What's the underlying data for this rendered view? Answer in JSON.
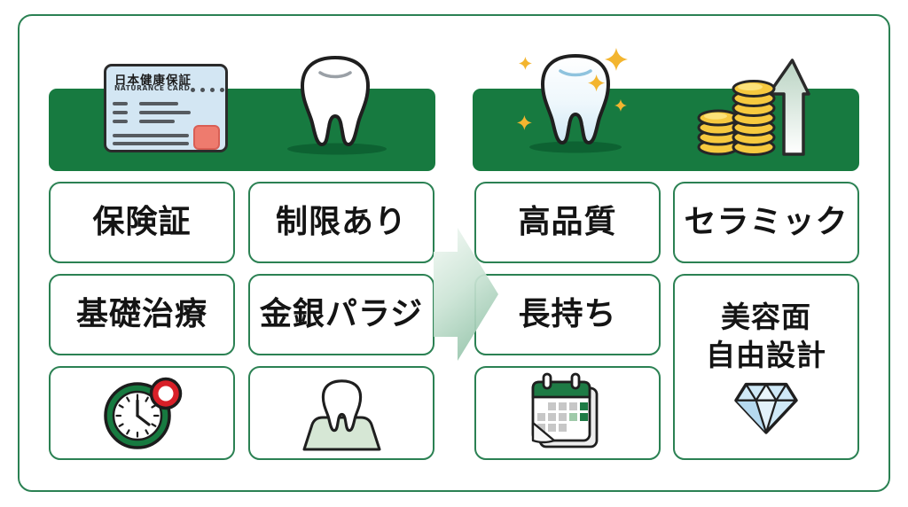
{
  "insurance_card": {
    "title": "日本健康保証",
    "subtitle": "NATURANCE CARD"
  },
  "left_group": {
    "labels": [
      {
        "text": "保険証"
      },
      {
        "text": "制限あり"
      },
      {
        "text": "基礎治療"
      },
      {
        "text": "金銀パラジ"
      }
    ],
    "icon_cells": [
      "alarm-clock",
      "tooth-on-gum"
    ],
    "banner_icons": [
      "insurance-card",
      "tooth"
    ]
  },
  "right_group": {
    "labels": [
      {
        "text": "高品質"
      },
      {
        "text": "セラミック"
      },
      {
        "text": "長持ち"
      }
    ],
    "tall_label": {
      "line1": "美容面",
      "line2": "自由設計"
    },
    "icon_cells": [
      "calendar",
      "diamond"
    ],
    "banner_icons": [
      "sparkling-tooth",
      "coin-stacks-up-arrow"
    ]
  },
  "colors": {
    "banner_green": "#177a40",
    "border_green": "#2b8153",
    "shadow_green": "#0d6232",
    "card_blue": "#d3e6f3",
    "chip_red": "#ee7b6e",
    "coin_gold": "#f6c93f",
    "sparkle_gold": "#f3b52f",
    "diamond_blue": "#d6ecf8",
    "gum_green": "#d6e7d5",
    "alarm_red": "#d81f28",
    "arrow_green": "#84ba9d",
    "text": "#141414"
  }
}
